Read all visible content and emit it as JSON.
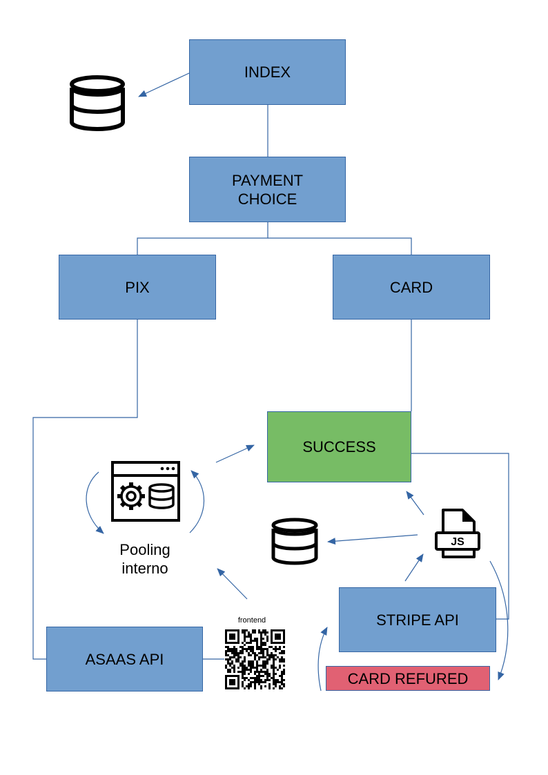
{
  "nodes": {
    "index": "INDEX",
    "payment_choice": "PAYMENT\nCHOICE",
    "pix": "PIX",
    "card": "CARD",
    "success": "SUCCESS",
    "asaas_api": "ASAAS API",
    "stripe_api": "STRIPE API",
    "card_refused": "CARD REFURED"
  },
  "labels": {
    "pooling": "Pooling\ninterno",
    "frontend": "frontend",
    "js_icon_text": "JS"
  },
  "icons": [
    "database-icon",
    "app-settings-database-icon",
    "javascript-file-icon",
    "qr-code-icon"
  ],
  "colors": {
    "box_fill": "#729fcf",
    "box_border": "#3465a4",
    "success_fill": "#77bc65",
    "refused_fill": "#e16173",
    "connector": "#3465a4"
  }
}
